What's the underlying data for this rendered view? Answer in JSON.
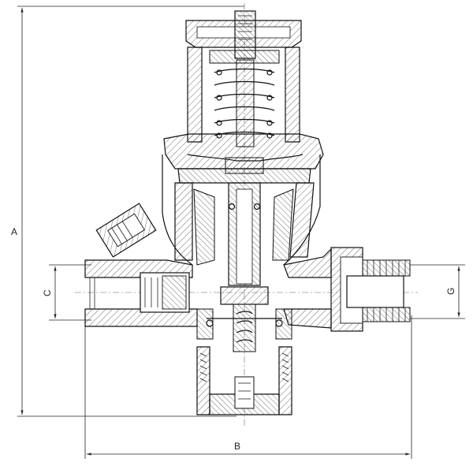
{
  "drawing": {
    "line_color": "#1a1a1a",
    "background": "#ffffff",
    "dimensions": {
      "A": "A",
      "B": "B",
      "C": "C",
      "G": "G"
    }
  }
}
